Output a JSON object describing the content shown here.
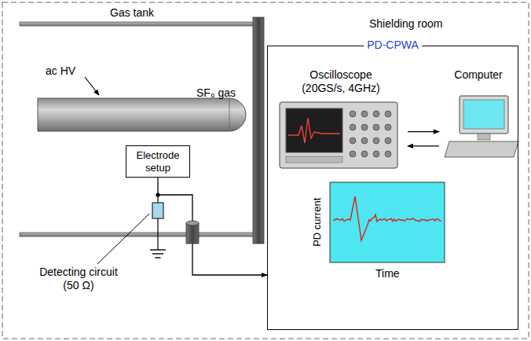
{
  "diagram": {
    "nodes": [
      {
        "text": [
          "Electrode setup"
        ]
      },
      {
        "text": [
          "PD-CPWA"
        ]
      },
      {
        "text": [
          "Oscilloscope (20GS/s, 4GHz)"
        ],
        "in": 1
      },
      {
        "text": [
          "Computer"
        ],
        "in": 1
      }
    ],
    "edges": [
      {
        "from": 0,
        "to": 1,
        "arrow": "to"
      },
      {
        "from": 2,
        "to": 3,
        "arrow": "to"
      },
      {
        "from": 3,
        "to": 2,
        "arrow": "to"
      }
    ],
    "labels": [
      "Gas tank",
      "SF₆ gas",
      "ac HV",
      "Detecting circuit (50 Ω)",
      "Shielding room",
      "PD current",
      "Time"
    ]
  }
}
